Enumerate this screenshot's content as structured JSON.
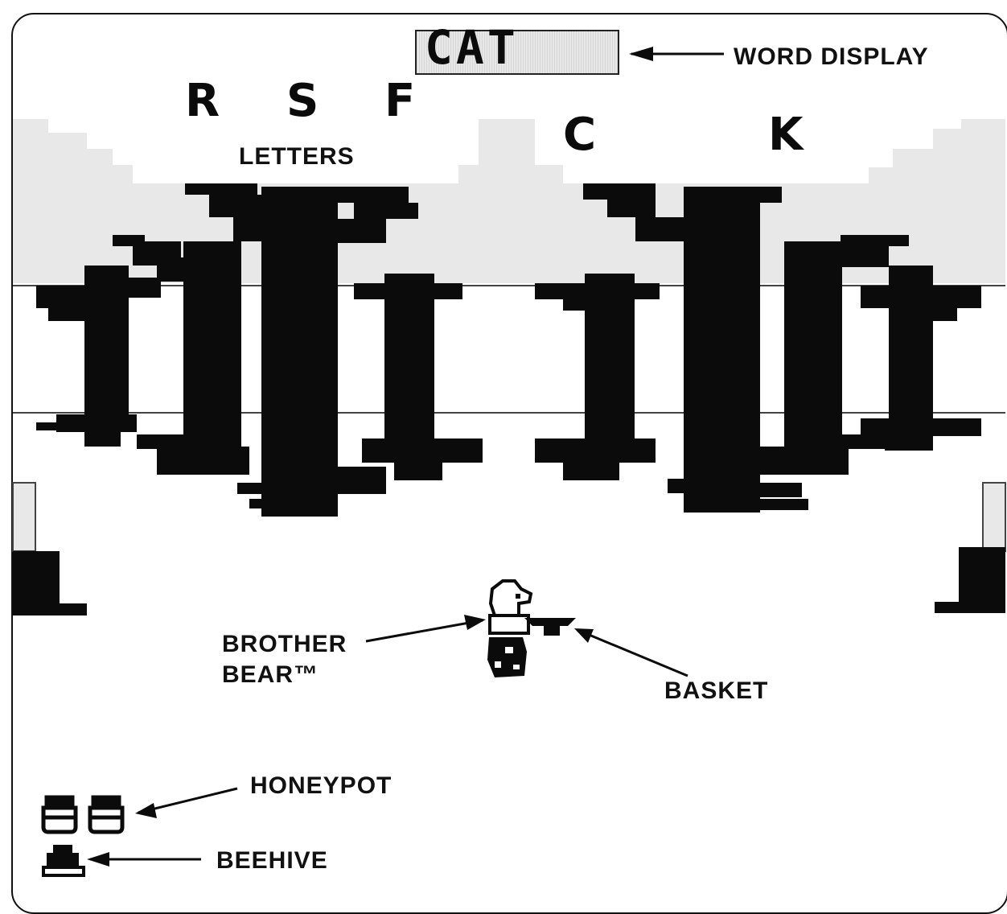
{
  "word_display": {
    "word": "CAT",
    "label": "WORD DISPLAY"
  },
  "letters": {
    "label": "LETTERS",
    "items": [
      "R",
      "S",
      "F",
      "C",
      "K"
    ]
  },
  "player": {
    "name": "BROTHER\nBEAR™",
    "basket_label": "BASKET"
  },
  "status": {
    "honeypot_label": "HONEYPOT",
    "honeypot_count": 2,
    "beehive_label": "BEEHIVE"
  },
  "colors": {
    "ink": "#0b0b0b",
    "sky": "#e8e8e8",
    "background": "#ffffff"
  }
}
